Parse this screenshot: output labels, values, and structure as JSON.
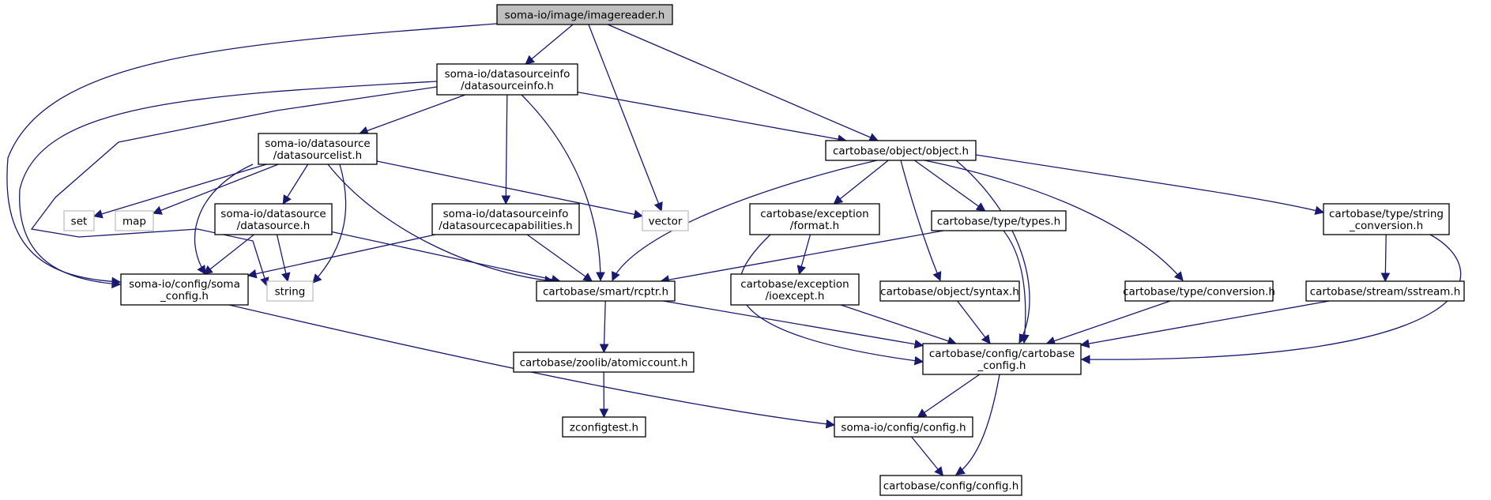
{
  "diagram": {
    "colors": {
      "edge": "#191970",
      "root_fill": "#bfbfbf",
      "external_border": "#bfbfbf",
      "node_border": "#000000"
    },
    "nodes": [
      {
        "id": "imagereader",
        "lines": [
          "soma-io/image/imagereader.h"
        ],
        "kind": "root"
      },
      {
        "id": "datasourceinfo",
        "lines": [
          "soma-io/datasourceinfo",
          "/datasourceinfo.h"
        ],
        "kind": "normal"
      },
      {
        "id": "object",
        "lines": [
          "cartobase/object/object.h"
        ],
        "kind": "normal"
      },
      {
        "id": "datasourcelist",
        "lines": [
          "soma-io/datasource",
          "/datasourcelist.h"
        ],
        "kind": "normal"
      },
      {
        "id": "set",
        "lines": [
          "set"
        ],
        "kind": "external"
      },
      {
        "id": "map",
        "lines": [
          "map"
        ],
        "kind": "external"
      },
      {
        "id": "datasource",
        "lines": [
          "soma-io/datasource",
          "/datasource.h"
        ],
        "kind": "normal"
      },
      {
        "id": "datasourcecap",
        "lines": [
          "soma-io/datasourceinfo",
          "/datasourcecapabilities.h"
        ],
        "kind": "normal"
      },
      {
        "id": "vector",
        "lines": [
          "vector"
        ],
        "kind": "external"
      },
      {
        "id": "format",
        "lines": [
          "cartobase/exception",
          "/format.h"
        ],
        "kind": "normal"
      },
      {
        "id": "types",
        "lines": [
          "cartobase/type/types.h"
        ],
        "kind": "normal"
      },
      {
        "id": "stringconv",
        "lines": [
          "cartobase/type/string",
          "_conversion.h"
        ],
        "kind": "normal"
      },
      {
        "id": "somaconfig",
        "lines": [
          "soma-io/config/soma",
          "_config.h"
        ],
        "kind": "normal"
      },
      {
        "id": "string",
        "lines": [
          "string"
        ],
        "kind": "external"
      },
      {
        "id": "rcptr",
        "lines": [
          "cartobase/smart/rcptr.h"
        ],
        "kind": "normal"
      },
      {
        "id": "ioexcept",
        "lines": [
          "cartobase/exception",
          "/ioexcept.h"
        ],
        "kind": "normal"
      },
      {
        "id": "syntax",
        "lines": [
          "cartobase/object/syntax.h"
        ],
        "kind": "normal"
      },
      {
        "id": "conversion",
        "lines": [
          "cartobase/type/conversion.h"
        ],
        "kind": "normal"
      },
      {
        "id": "sstream",
        "lines": [
          "cartobase/stream/sstream.h"
        ],
        "kind": "normal"
      },
      {
        "id": "cartoconfig",
        "lines": [
          "cartobase/config/cartobase",
          "_config.h"
        ],
        "kind": "normal"
      },
      {
        "id": "atomiccount",
        "lines": [
          "cartobase/zoolib/atomiccount.h"
        ],
        "kind": "normal"
      },
      {
        "id": "zconfigtest",
        "lines": [
          "zconfigtest.h"
        ],
        "kind": "normal"
      },
      {
        "id": "iocfg",
        "lines": [
          "soma-io/config/config.h"
        ],
        "kind": "normal"
      },
      {
        "id": "cbconfig",
        "lines": [
          "cartobase/config/config.h"
        ],
        "kind": "normal"
      }
    ],
    "edges": [
      {
        "from": "imagereader",
        "to": "datasourceinfo"
      },
      {
        "from": "imagereader",
        "to": "object"
      },
      {
        "from": "imagereader",
        "to": "vector"
      },
      {
        "from": "imagereader",
        "to": "somaconfig"
      },
      {
        "from": "datasourceinfo",
        "to": "datasourcelist"
      },
      {
        "from": "datasourceinfo",
        "to": "object"
      },
      {
        "from": "datasourceinfo",
        "to": "datasourcecap"
      },
      {
        "from": "datasourceinfo",
        "to": "rcptr"
      },
      {
        "from": "datasourceinfo",
        "to": "somaconfig"
      },
      {
        "from": "datasourceinfo",
        "to": "string"
      },
      {
        "from": "datasourcelist",
        "to": "set"
      },
      {
        "from": "datasourcelist",
        "to": "map"
      },
      {
        "from": "datasourcelist",
        "to": "datasource"
      },
      {
        "from": "datasourcelist",
        "to": "vector"
      },
      {
        "from": "datasourcelist",
        "to": "somaconfig"
      },
      {
        "from": "datasourcelist",
        "to": "string"
      },
      {
        "from": "datasourcelist",
        "to": "rcptr"
      },
      {
        "from": "datasource",
        "to": "somaconfig"
      },
      {
        "from": "datasource",
        "to": "string"
      },
      {
        "from": "datasource",
        "to": "rcptr"
      },
      {
        "from": "datasourcecap",
        "to": "somaconfig"
      },
      {
        "from": "datasourcecap",
        "to": "rcptr"
      },
      {
        "from": "object",
        "to": "rcptr"
      },
      {
        "from": "object",
        "to": "format"
      },
      {
        "from": "object",
        "to": "types"
      },
      {
        "from": "object",
        "to": "syntax"
      },
      {
        "from": "object",
        "to": "conversion"
      },
      {
        "from": "object",
        "to": "stringconv"
      },
      {
        "from": "object",
        "to": "cartoconfig"
      },
      {
        "from": "format",
        "to": "ioexcept"
      },
      {
        "from": "format",
        "to": "cartoconfig"
      },
      {
        "from": "types",
        "to": "rcptr"
      },
      {
        "from": "types",
        "to": "cartoconfig"
      },
      {
        "from": "stringconv",
        "to": "sstream"
      },
      {
        "from": "stringconv",
        "to": "cartoconfig"
      },
      {
        "from": "ioexcept",
        "to": "cartoconfig"
      },
      {
        "from": "syntax",
        "to": "cartoconfig"
      },
      {
        "from": "conversion",
        "to": "cartoconfig"
      },
      {
        "from": "sstream",
        "to": "cartoconfig"
      },
      {
        "from": "rcptr",
        "to": "atomiccount"
      },
      {
        "from": "rcptr",
        "to": "cartoconfig"
      },
      {
        "from": "atomiccount",
        "to": "zconfigtest"
      },
      {
        "from": "somaconfig",
        "to": "iocfg"
      },
      {
        "from": "cartoconfig",
        "to": "iocfg"
      },
      {
        "from": "cartoconfig",
        "to": "cbconfig"
      },
      {
        "from": "iocfg",
        "to": "cbconfig"
      }
    ]
  }
}
